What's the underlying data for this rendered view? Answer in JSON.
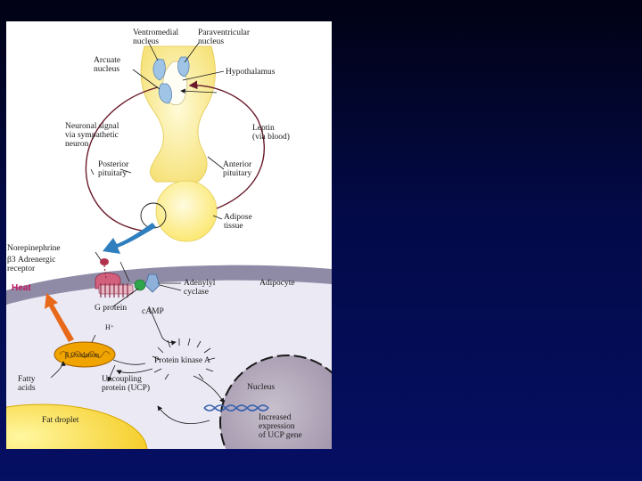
{
  "labels": {
    "ventromedial": [
      "Ventromedial",
      "nucleus"
    ],
    "paraventricular": [
      "Paraventricular",
      "nucleus"
    ],
    "arcuate": [
      "Arcuate",
      "nucleus"
    ],
    "hypothalamus": "Hypothalamus",
    "neuronal_signal": [
      "Neuronal signal",
      "via sympathetic",
      "neuron"
    ],
    "leptin": [
      "Leptin",
      "(via blood)"
    ],
    "posterior_pituitary": [
      "Posterior",
      "pituitary"
    ],
    "anterior_pituitary": [
      "Anterior",
      "pituitary"
    ],
    "adipose_tissue": [
      "Adipose",
      "tissue"
    ],
    "norepinephrine": "Norepinephrine",
    "b3_receptor": [
      "β3 Adrenergic",
      "receptor"
    ],
    "heat": "Heat",
    "adipocyte": "Adipocyte",
    "adenylyl_cyclase": [
      "Adenylyl",
      "cyclase"
    ],
    "g_protein": "G protein",
    "camp": "cAMP",
    "h_plus": "H⁺",
    "beta_oxidation": "β Oxidation",
    "protein_kinase_a": "Protein kinase A",
    "fatty_acids": [
      "Fatty",
      "acids"
    ],
    "ucp": [
      "Uncoupling",
      "protein (UCP)"
    ],
    "nucleus": "Nucleus",
    "fat_droplet": "Fat droplet",
    "increased_expression": [
      "Increased",
      "expression",
      "of UCP gene"
    ]
  },
  "colors": {
    "slide_background": "#040c52",
    "hypothalamus_fill": "#fbf2a6",
    "nucleus_fill": "#9fc4e6",
    "cell_membrane": "#8f8ba6",
    "cytoplasm": "#ebe9f4",
    "nucleus_body": "#a99fb2",
    "mitochondrion": "#f0a400",
    "fat_droplet": "#ffe850",
    "heat_arrow": "#e8691a",
    "heat_text": "#c0185e",
    "receptor": "#d2607c",
    "circuit_line": "#6a1a2a",
    "blue_arrow": "#2f7fbf",
    "dna": "#3a62b0"
  }
}
